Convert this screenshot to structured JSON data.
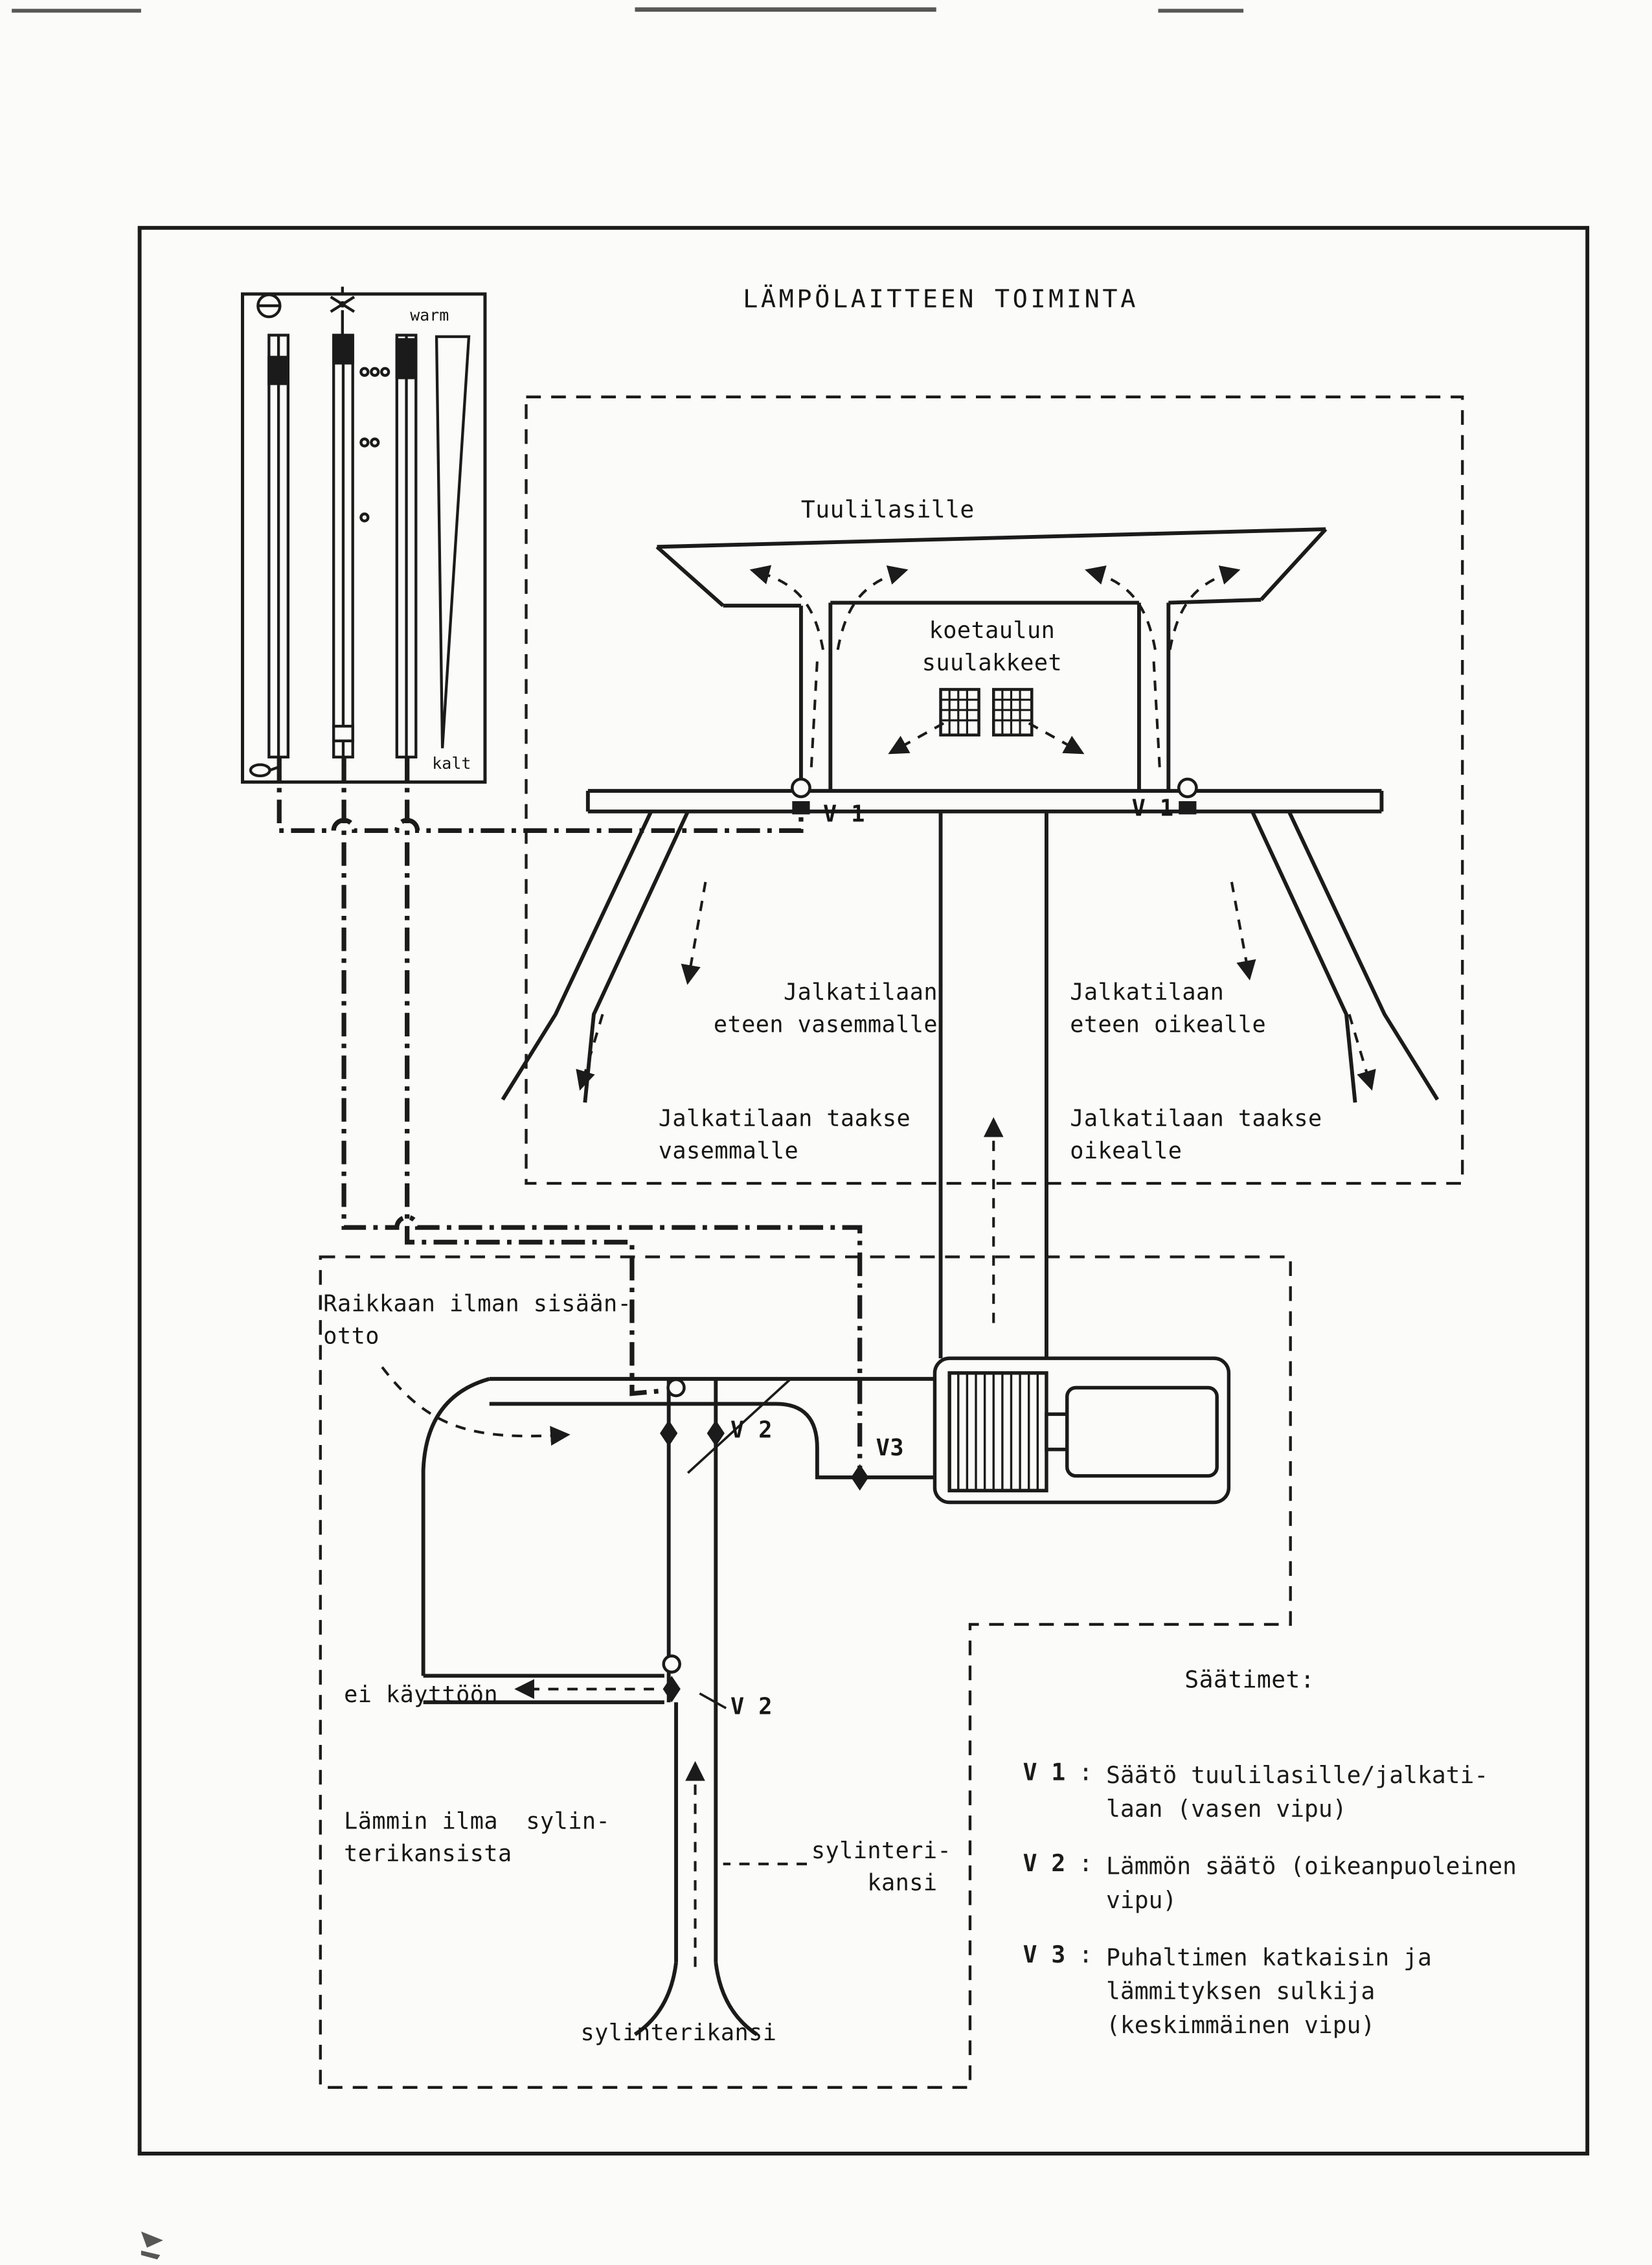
{
  "colors": {
    "ink": "#1b1b1b",
    "paper": "#fbfbf9"
  },
  "title": "LÄMPÖLAITTEEN TOIMINTA",
  "control_panel": {
    "warm": "warm",
    "kalt": "kalt",
    "icons": [
      "defrost-icon",
      "fan-icon",
      "lighter-icon"
    ]
  },
  "upper": {
    "windshield": "Tuulilasille",
    "nozzles": "koetaulun\nsuulakkeet",
    "v1_left": "V 1",
    "v1_right": "V 1",
    "foot_front_left": "Jalkatilaan\neteen vasemmalle",
    "foot_front_right": "Jalkatilaan\neteen oikealle",
    "foot_rear_left": "Jalkatilaan taakse\nvasemmalle",
    "foot_rear_right": "Jalkatilaan taakse\noikealle"
  },
  "lower": {
    "fresh_air": "Raikkaan ilman sisään-\notto",
    "v2_upper": "V 2",
    "v3": "V3",
    "not_in_use": "ei käyttöön",
    "v2_lower": "V 2",
    "warm_air": "Lämmin ilma  sylin-\nterikansista",
    "cyl_head_leader": "sylinteri-\n    kansi",
    "cyl_head_bottom": "sylinterikansi"
  },
  "legend": {
    "heading": "Säätimet:",
    "separator": ":",
    "items": [
      {
        "key": "V 1",
        "text": "Säätö tuulilasille/jalkati-\nlaan (vasen vipu)"
      },
      {
        "key": "V 2",
        "text": "Lämmön säätö (oikeanpuoleinen\nvipu)"
      },
      {
        "key": "V 3",
        "text": "Puhaltimen katkaisin ja\nlämmityksen sulkija\n(keskimmäinen vipu)"
      }
    ]
  }
}
